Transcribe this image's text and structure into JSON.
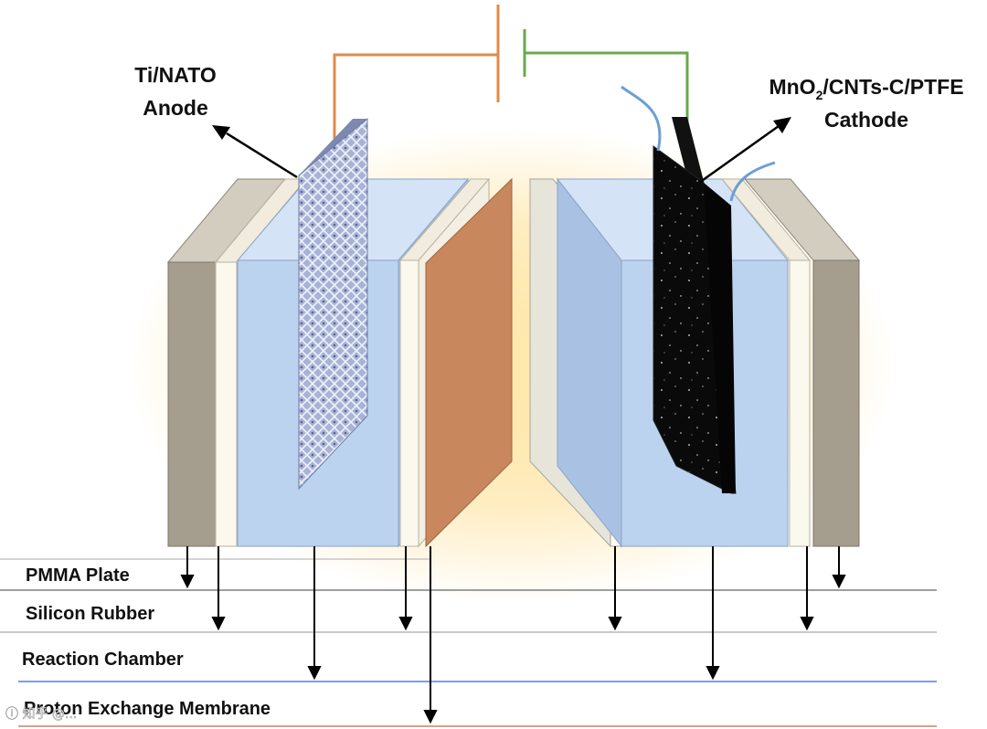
{
  "callouts": {
    "anode": {
      "line1": "Ti/NATO",
      "line2": "Anode"
    },
    "cathode": {
      "line1_main": "MnO",
      "line1_sub": "2",
      "line1_rest": "/CNTs-C/PTFE",
      "line2": "Cathode"
    }
  },
  "legend": [
    {
      "label": "PMMA Plate",
      "line_color": "#9e9e9e"
    },
    {
      "label": "Silicon Rubber",
      "line_color": "#c8c8c8"
    },
    {
      "label": "Reaction Chamber",
      "line_color": "#7f9fd8"
    },
    {
      "label": "Proton Exchange Membrane",
      "line_color": "#d8a085"
    }
  ],
  "colors": {
    "pmma": "#aea79a",
    "silicon_rubber": "#fbf8ee",
    "chamber": "#bcd3ef",
    "membrane": "#c9875e",
    "anode_mesh": "#a8b3d6",
    "cathode": "#0a0a0a",
    "wire_anode": "#e08a4a",
    "wire_cathode": "#6aa84f",
    "tube": "#6d9ed4",
    "glow": "#ffd77a"
  },
  "watermark": "ⓘ 知乎 @..."
}
